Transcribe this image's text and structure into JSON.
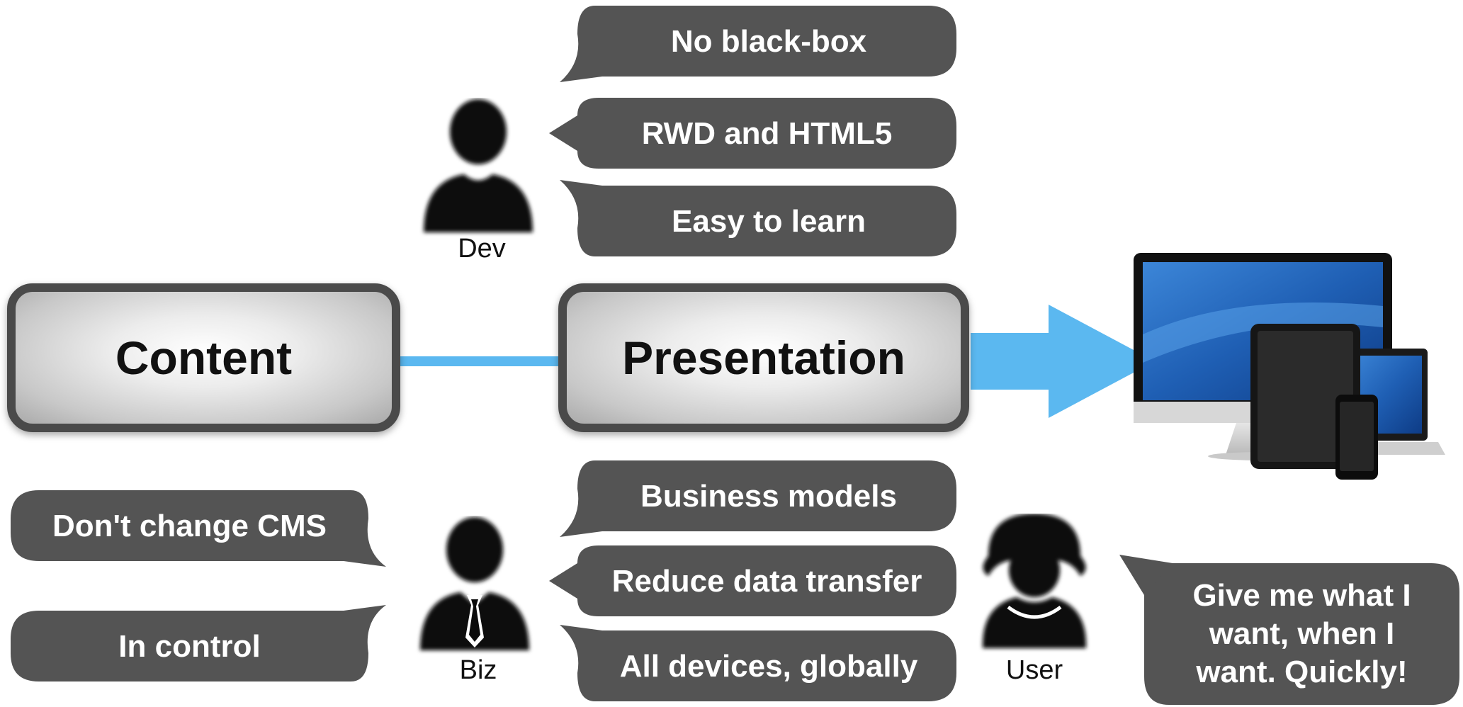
{
  "colors": {
    "bubble_fill": "#545454",
    "box_border": "#4a4a4a",
    "connector_blue": "#5bb8f0",
    "person_fill": "#0a0a0a"
  },
  "boxes": {
    "content": "Content",
    "presentation": "Presentation"
  },
  "people": {
    "dev": "Dev",
    "biz": "Biz",
    "user": "User"
  },
  "dev_bubbles": [
    "No black-box",
    "RWD and HTML5",
    "Easy to learn"
  ],
  "biz_left_bubbles": [
    "Don't change CMS",
    "In control"
  ],
  "biz_right_bubbles": [
    "Business models",
    "Reduce data transfer",
    "All devices, globally"
  ],
  "user_bubble": [
    "Give me what I",
    "want, when I",
    "want.  Quickly!"
  ],
  "icons": {
    "dev_person": "person-icon",
    "biz_person": "businessman-icon",
    "user_person": "woman-icon",
    "devices": "devices-icon"
  }
}
